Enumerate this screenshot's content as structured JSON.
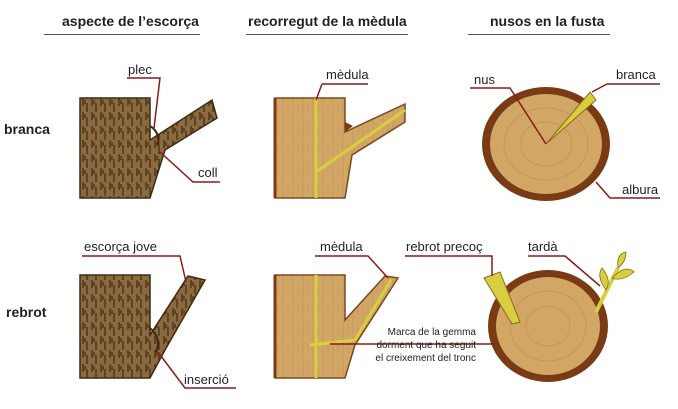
{
  "headers": {
    "col1": "aspecte de l’escorça",
    "col2": "recorregut de la mèdula",
    "col3": "nusos en la fusta"
  },
  "rows": {
    "row1": "branca",
    "row2": "rebrot"
  },
  "labels": {
    "plec": "plec",
    "coll": "coll",
    "medula_top": "mèdula",
    "nus": "nus",
    "branca": "branca",
    "albura": "albura",
    "escorca_jove": "escorça jove",
    "insercio": "inserció",
    "medula_bottom": "mèdula",
    "rebrot_precoc": "rebrot precoç",
    "tarda": "tardà"
  },
  "note": "Marca de la gemma dorment que ha seguit el creixement del tronc",
  "colors": {
    "bark": "#8a6a3e",
    "bark_dark": "#4a3418",
    "wood": "#d2a766",
    "wood_light": "#e3bf82",
    "pith": "#d8cf40",
    "leader": "#8b1a1a"
  }
}
